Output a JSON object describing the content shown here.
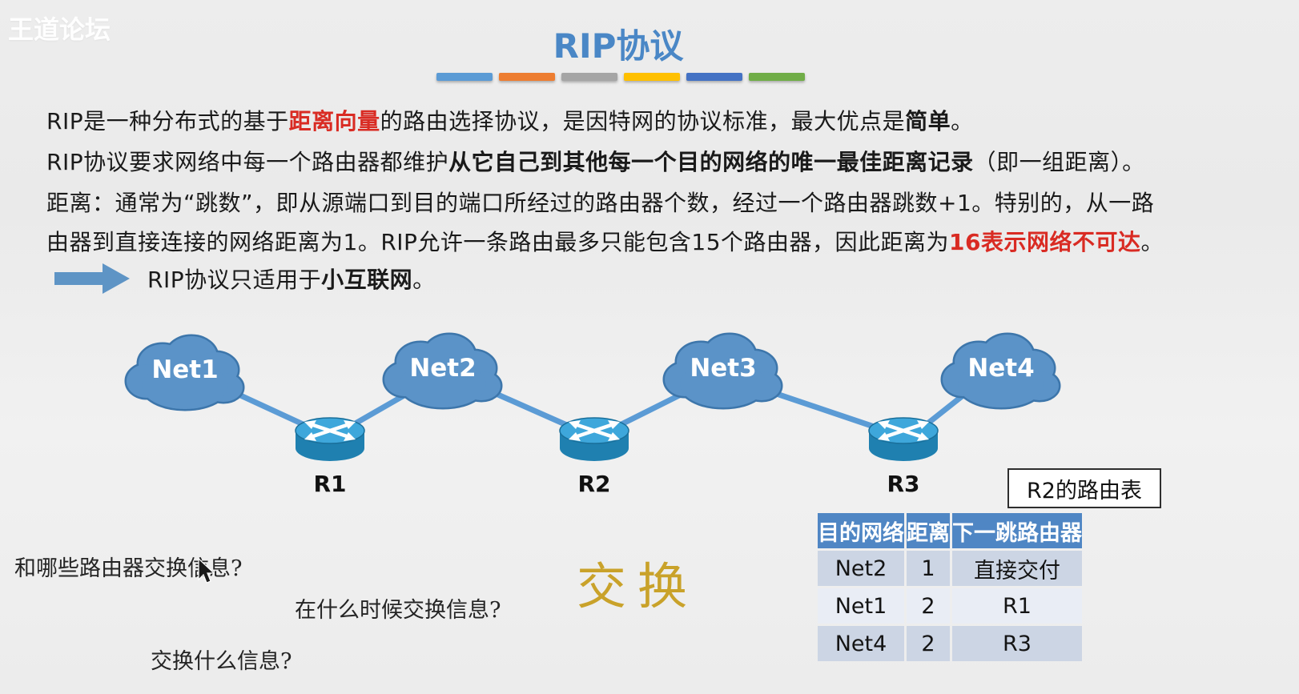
{
  "watermark": "王道论坛",
  "title": "RIP协议",
  "accent_bars": [
    "#5B9BD5",
    "#ED7D31",
    "#A5A5A5",
    "#FFC000",
    "#4472C4",
    "#70AD47"
  ],
  "paragraphs": {
    "p1": {
      "t1": "RIP是一种分布式的基于",
      "em1": "距离向量",
      "t2": "的路由选择协议，是因特网的协议标准，最大优点是",
      "b1": "简单",
      "t3": "。"
    },
    "p2": {
      "t1": "RIP协议要求网络中每一个路由器都维护",
      "b1": "从它自己到其他每一个目的网络的唯一最佳距离记录",
      "t2": "（即一组距离）。"
    },
    "p3_line1": "距离：通常为“跳数”，即从源端口到目的端口所经过的路由器个数，经过一个路由器跳数+1。特别的，从一路",
    "p3_line2": {
      "t1": "由器到直接连接的网络距离为1。RIP允许一条路由最多只能包含15个路由器，因此距离为",
      "em1": "16表示网络不可达",
      "t2": "。"
    }
  },
  "arrow_note": {
    "t1": "RIP协议只适用于",
    "b1": "小互联网",
    "t2": "。"
  },
  "diagram": {
    "networks": [
      "Net1",
      "Net2",
      "Net3",
      "Net4"
    ],
    "routers": [
      "R1",
      "R2",
      "R3"
    ]
  },
  "routing_table": {
    "title": "R2的路由表",
    "headers": [
      "目的网络",
      "距离",
      "下一跳路由器"
    ],
    "rows": [
      [
        "Net2",
        "1",
        "直接交付"
      ],
      [
        "Net1",
        "2",
        "R1"
      ],
      [
        "Net4",
        "2",
        "R3"
      ]
    ]
  },
  "questions": {
    "q1": "和哪些路由器交换信息?",
    "q2": "在什么时候交换信息?",
    "q3": "交换什么信息?"
  },
  "exchange_word": "交换",
  "colors": {
    "title_blue": "#4a87c6",
    "highlight_red": "#d92b23",
    "table_header_bg": "#4f86c4",
    "row_dark": "#ccd5e4",
    "row_light": "#e9edf5",
    "cloud_blue": "#5b93c8",
    "cloud_outline": "#3d76ab",
    "link_blue": "#5b9bd5",
    "router_top": "#3ea7db",
    "router_body": "#1f80b0",
    "arrow_blue": "#5e94c5",
    "exchange_gold": "#c9a22a"
  }
}
